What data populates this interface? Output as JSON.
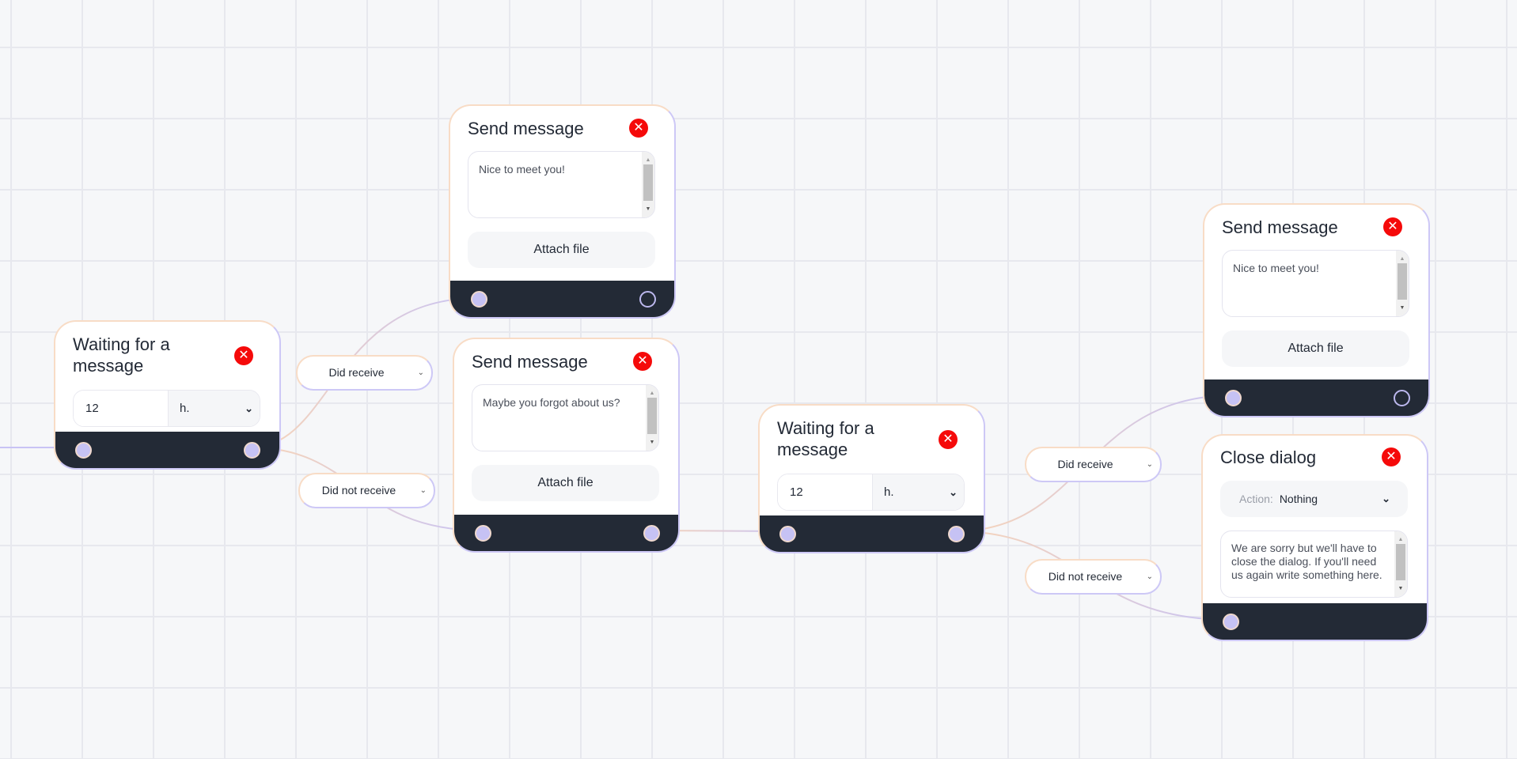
{
  "colors": {
    "canvas": "#f6f7f9",
    "node_footer": "#232a36",
    "close_button": "#f50a0a",
    "edge_peach": "#f8d5b8",
    "edge_lavender": "#c8c3f4"
  },
  "nodes": {
    "wait1": {
      "title": "Waiting for a message",
      "amount": "12",
      "unit": "h."
    },
    "send1": {
      "title": "Send message",
      "text": "Nice to meet you!",
      "attach": "Attach file"
    },
    "send2": {
      "title": "Send message",
      "text": "Maybe you forgot about us?",
      "attach": "Attach file"
    },
    "wait2": {
      "title": "Waiting for a message",
      "amount": "12",
      "unit": "h."
    },
    "send3": {
      "title": "Send message",
      "text": "Nice to meet you!",
      "attach": "Attach file"
    },
    "close": {
      "title": "Close dialog",
      "action_label": "Action:",
      "action_value": "Nothing",
      "text": "We are sorry but we'll have to close the dialog. If you'll need us again write something here."
    }
  },
  "conditions": {
    "received": "Did receive",
    "not_received": "Did not receive"
  },
  "icons": {
    "close": "close-circle-icon",
    "chevron": "chevron-down-icon"
  }
}
